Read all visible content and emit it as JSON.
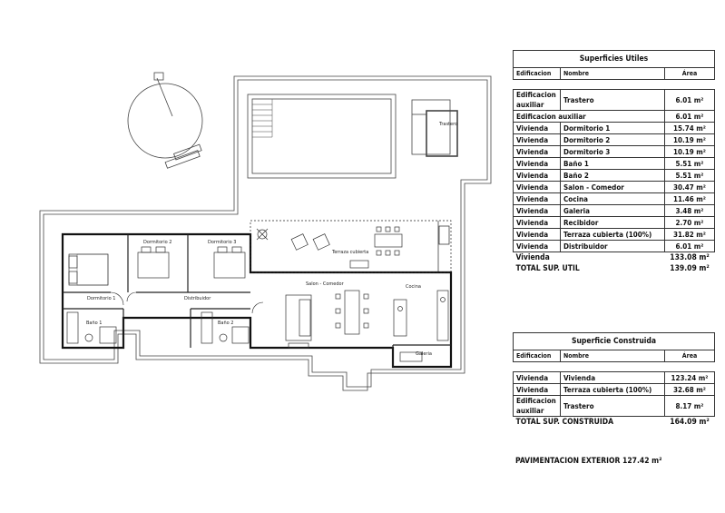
{
  "plan": {
    "rooms": {
      "trastero": "Trastero",
      "dormitorio2": "Dormitorio 2",
      "dormitorio3": "Dormitorio 3",
      "terraza": "Terraza cubierta",
      "dormitorio1": "Dormitorio 1",
      "distribuidor": "Distribuidor",
      "salon": "Salon - Comedor",
      "cocina": "Cocina",
      "bano1": "Baño 1",
      "bano2": "Baño 2",
      "galeria": "Galeria"
    }
  },
  "utiles": {
    "title": "Superficies Utiles",
    "headers": [
      "Edificacion",
      "Nombre",
      "Área"
    ],
    "aux_row": [
      "Edificacion auxiliar",
      "Trastero",
      "6.01 m²"
    ],
    "aux_total": [
      "Edificacion auxiliar",
      "6.01 m²"
    ],
    "rows": [
      [
        "Vivienda",
        "Dormitorio 1",
        "15.74 m²"
      ],
      [
        "Vivienda",
        "Dormitorio 2",
        "10.19 m²"
      ],
      [
        "Vivienda",
        "Dormitorio 3",
        "10.19 m²"
      ],
      [
        "Vivienda",
        "Baño 1",
        "5.51 m²"
      ],
      [
        "Vivienda",
        "Baño 2",
        "5.51 m²"
      ],
      [
        "Vivienda",
        "Salon - Comedor",
        "30.47 m²"
      ],
      [
        "Vivienda",
        "Cocina",
        "11.46 m²"
      ],
      [
        "Vivienda",
        "Galeria",
        "3.48 m²"
      ],
      [
        "Vivienda",
        "Recibidor",
        "2.70 m²"
      ],
      [
        "Vivienda",
        "Terraza cubierta (100%)",
        "31.82 m²"
      ],
      [
        "Vivienda",
        "Distribuidor",
        "6.01 m²"
      ]
    ],
    "vivienda_total": [
      "Vivienda",
      "133.08 m²"
    ],
    "total": [
      "TOTAL SUP. UTIL",
      "139.09 m²"
    ]
  },
  "construida": {
    "title": "Superficie Construida",
    "headers": [
      "Edificacion",
      "Nombre",
      "Área"
    ],
    "rows": [
      [
        "Vivienda",
        "Vivienda",
        "123.24 m²"
      ],
      [
        "Vivienda",
        "Terraza cubierta (100%)",
        "32.68 m²"
      ],
      [
        "Edificacion auxiliar",
        "Trastero",
        "8.17 m²"
      ]
    ],
    "total": [
      "TOTAL SUP. CONSTRUIDA",
      "164.09 m²"
    ]
  },
  "pavimentacion": "PAVIMENTACION EXTERIOR 127.42 m²"
}
